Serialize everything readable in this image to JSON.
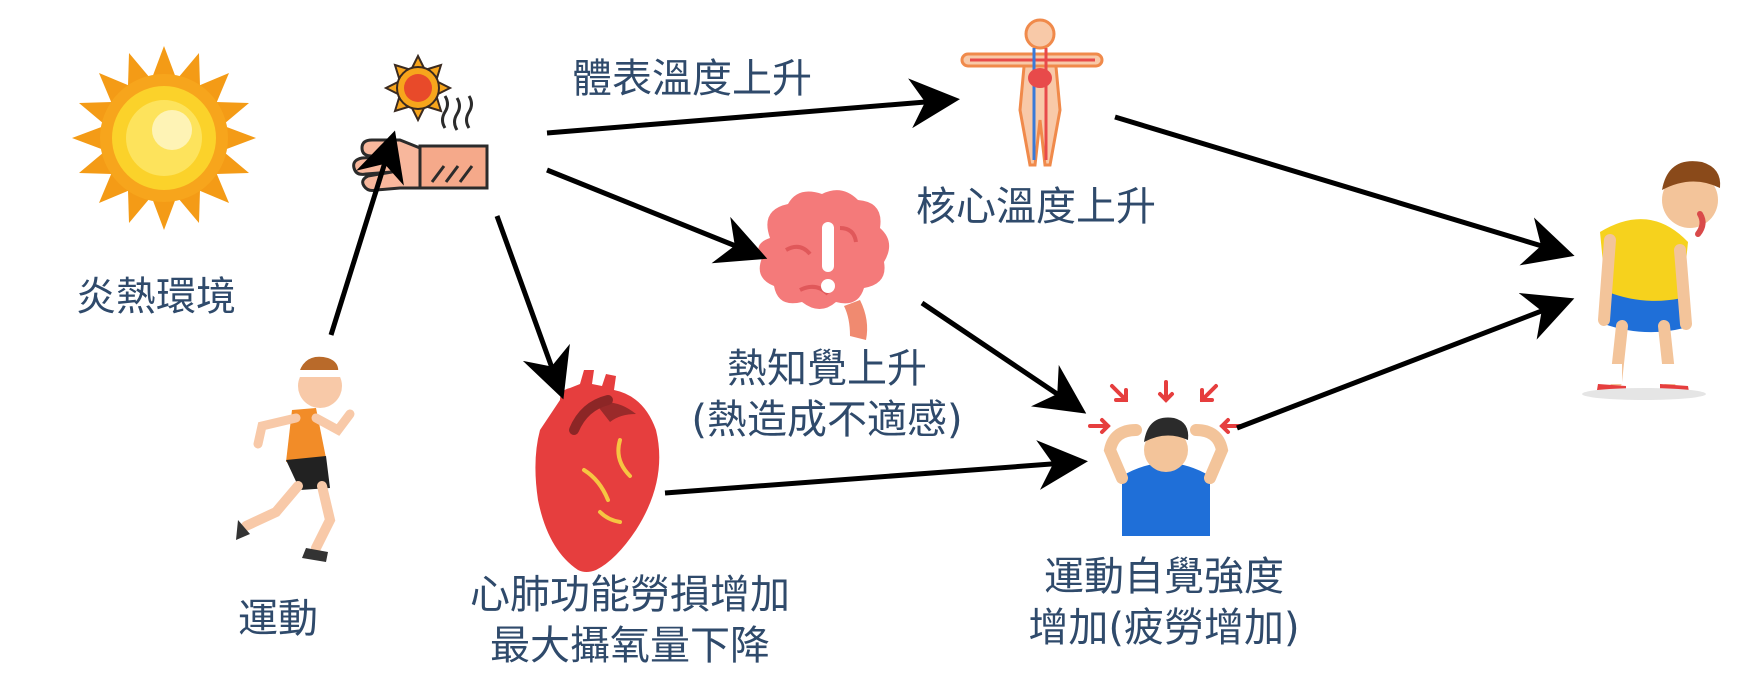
{
  "nodes": {
    "environment": {
      "label": "炎熱環境",
      "icon": "sun-icon"
    },
    "exercise": {
      "label": "運動",
      "icon": "runner-icon"
    },
    "skin": {
      "icon": "hot-skin-icon"
    },
    "body_core": {
      "icon": "body-circulation-icon"
    },
    "skin_temp_rise": {
      "label": "體表溫度上升"
    },
    "core_temp_rise": {
      "label": "核心溫度上升"
    },
    "heat_perception": {
      "line1": "熱知覺上升",
      "line2": "(熱造成不適感)",
      "icon": "brain-alert-icon"
    },
    "cardio_load": {
      "line1": "心肺功能勞損增加",
      "line2": "最大攝氧量下降",
      "icon": "heart-icon"
    },
    "rpe": {
      "line1": "運動自覺強度",
      "line2": "增加(疲勞增加)",
      "icon": "stressed-person-icon"
    },
    "exhausted": {
      "icon": "exhausted-athlete-icon"
    }
  },
  "colors": {
    "label": "#2f4a6b",
    "arrow": "#000000",
    "sun": "#f7a51c",
    "heart": "#e63e3e",
    "brain": "#f47a7a",
    "shirt_orange": "#f28c28",
    "shirt_yellow": "#f6d21d",
    "shirt_blue": "#1f6fd8"
  }
}
